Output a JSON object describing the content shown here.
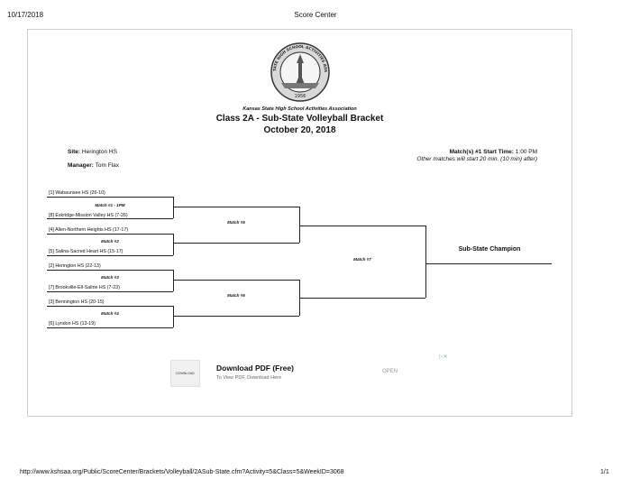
{
  "print_header": {
    "date": "10/17/2018",
    "title": "Score Center"
  },
  "logo": {
    "text_outer": "KANSAS STATE HIGH SCHOOL ACTIVITIES ASSOCIATION",
    "year": "1956"
  },
  "org_name": "Kansas State High School Activities Association",
  "bracket_title": "Class 2A - Sub-State Volleyball Bracket",
  "bracket_date": "October 20, 2018",
  "site": {
    "label": "Site:",
    "value": "Herington HS"
  },
  "manager": {
    "label": "Manager:",
    "value": "Tom Flax"
  },
  "start_time": {
    "label": "Match(s) #1 Start Time:",
    "value": "1:00 PM",
    "note": "Other matches will start 20 min. (10 min) after)"
  },
  "teams": [
    "[1] Wabaunsee HS (26-10)",
    "[8] Eskridge-Mission Valley HS (7-26)",
    "[4] Allen-Northern Heights HS (17-17)",
    "[5] Salina-Sacred Heart HS (15-17)",
    "[2] Herington HS (22-13)",
    "[7] Brookville-Ell-Saline HS (7-23)",
    "[3] Bennington HS (20-15)",
    "[6] Lyndon HS (13-19)"
  ],
  "matches": {
    "m1": "Match #1 - 1PM",
    "m2": "Match #2",
    "m3": "Match #3",
    "m4": "Match #4",
    "m5": "Match #5",
    "m6": "Match #6",
    "m7": "Match #7"
  },
  "champion_label": "Sub-State Champion",
  "ad": {
    "thumb_label": "DOWNLOAD",
    "title": "Download PDF (Free)",
    "subtitle": "To View PDF, Download Here",
    "open_label": "OPEN",
    "choices_glyph": "▷✕"
  },
  "footer": {
    "url": "http://www.kshsaa.org/Public/ScoreCenter/Brackets/Volleyball/2ASub-State.cfm?Activity=5&Class=5&WeekID=3068",
    "page": "1/1"
  }
}
